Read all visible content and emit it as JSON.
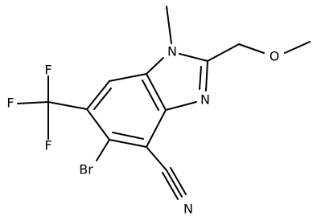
{
  "molecule": {
    "atoms": {
      "n1": "N",
      "n3": "N",
      "o": "O",
      "br": "Br",
      "n_nitrile": "N",
      "f_top": "F",
      "f_left": "F",
      "f_bottom": "F"
    }
  }
}
